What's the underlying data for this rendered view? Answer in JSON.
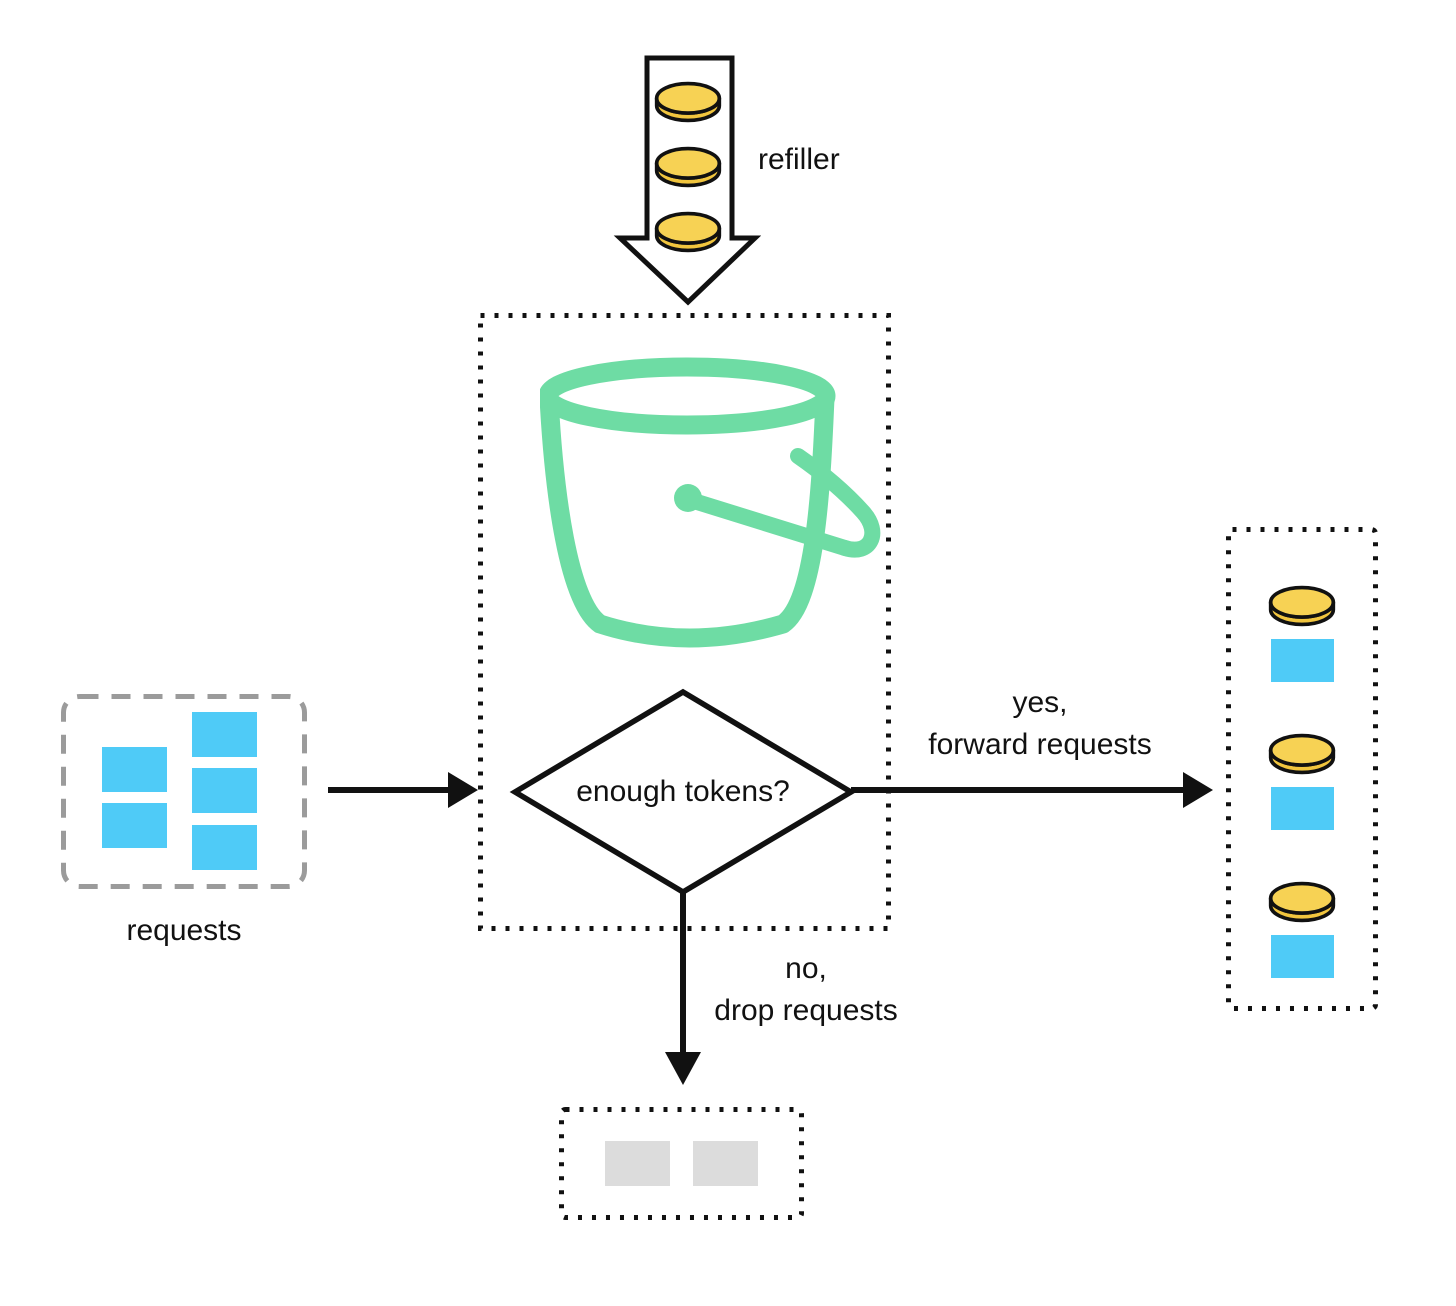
{
  "labels": {
    "refiller": "refiller",
    "requests": "requests",
    "decision": "enough tokens?",
    "yes_line1": "yes,",
    "yes_line2": "forward requests",
    "no_line1": "no,",
    "no_line2": "drop requests"
  },
  "counts": {
    "refiller_coins": 3,
    "incoming_requests": 5,
    "forwarded_pairs": 3,
    "dropped_requests": 2
  },
  "colors": {
    "coin_top": "#F7D254",
    "coin_side": "#F1C53E",
    "outline_black": "#111111",
    "request_blue": "#4FCBF7",
    "bucket_green": "#6EDCA4",
    "dropped_gray": "#DCDCDC",
    "dashed_gray": "#9B9B9B",
    "background": "#FFFFFF"
  },
  "icons": {
    "refiller_arrow": "down-arrow-outline-icon",
    "token": "gold-coin-icon",
    "request": "blue-square-request-icon",
    "dropped_request": "gray-square-request-icon",
    "bucket": "green-bucket-icon",
    "decision": "diamond-decision-shape"
  }
}
